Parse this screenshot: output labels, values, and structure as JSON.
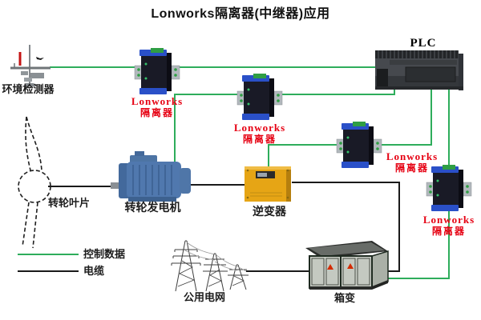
{
  "title": "Lonworks隔离器(中继器)应用",
  "devices": {
    "detector": {
      "label": "环境检测器"
    },
    "blades": {
      "label": "转轮叶片"
    },
    "generator": {
      "label": "转轮发电机"
    },
    "inverter": {
      "label": "逆变器"
    },
    "grid": {
      "label": "公用电网"
    },
    "transformer": {
      "label": "箱变"
    },
    "plc": {
      "label": "PLC"
    }
  },
  "isolators": [
    {
      "line1": "Lonworks",
      "line2": "隔离器"
    },
    {
      "line1": "Lonworks",
      "line2": "隔离器"
    },
    {
      "line1": "Lonworks",
      "line2": "隔离器"
    },
    {
      "line1": "Lonworks",
      "line2": "隔离器"
    }
  ],
  "legend": {
    "control_data": {
      "label": "控制数据",
      "color": "#2ead5b"
    },
    "cable": {
      "label": "电缆",
      "color": "#1a1a1a"
    }
  },
  "colors": {
    "control_line": "#2ead5b",
    "cable_line": "#1a1a1a",
    "isolator_label": "#e60012",
    "isolator_cap": "#2a50c8",
    "terminal_green": "#2f9e44",
    "inverter_body": "#e6a515",
    "generator_body": "#5078ae"
  }
}
